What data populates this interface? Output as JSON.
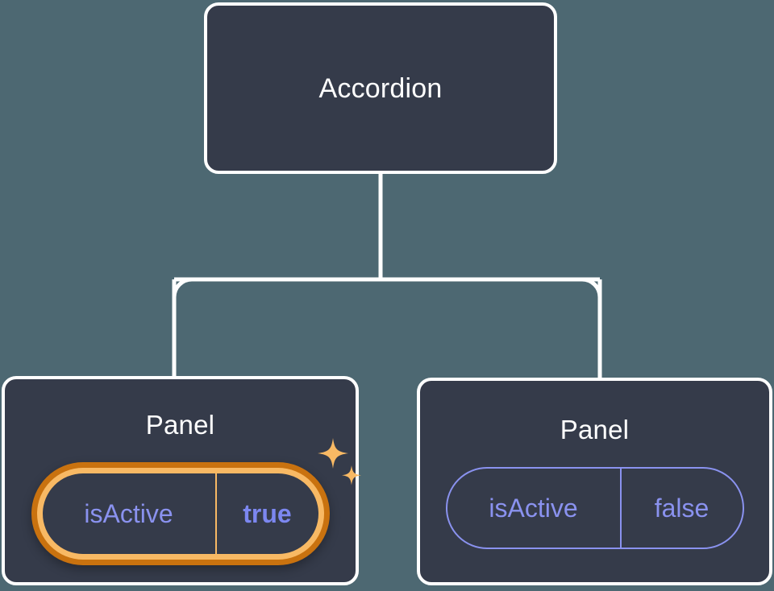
{
  "canvas": {
    "background_color": "#4d6872",
    "node_fill_color": "#353b4a",
    "node_border_color": "#ffffff",
    "connector_color": "#ffffff",
    "accent_indigo": "#8a92ef",
    "accent_indigo_strong": "#7c87f0",
    "accent_amber": "#f8b964",
    "accent_amber_dark": "#c9720f"
  },
  "tree": {
    "root": {
      "title": "Accordion"
    },
    "children": [
      {
        "title": "Panel",
        "highlighted": true,
        "prop": {
          "key": "isActive",
          "value": "true"
        },
        "sparkle_icon": "sparkles-icon"
      },
      {
        "title": "Panel",
        "highlighted": false,
        "prop": {
          "key": "isActive",
          "value": "false"
        }
      }
    ]
  }
}
